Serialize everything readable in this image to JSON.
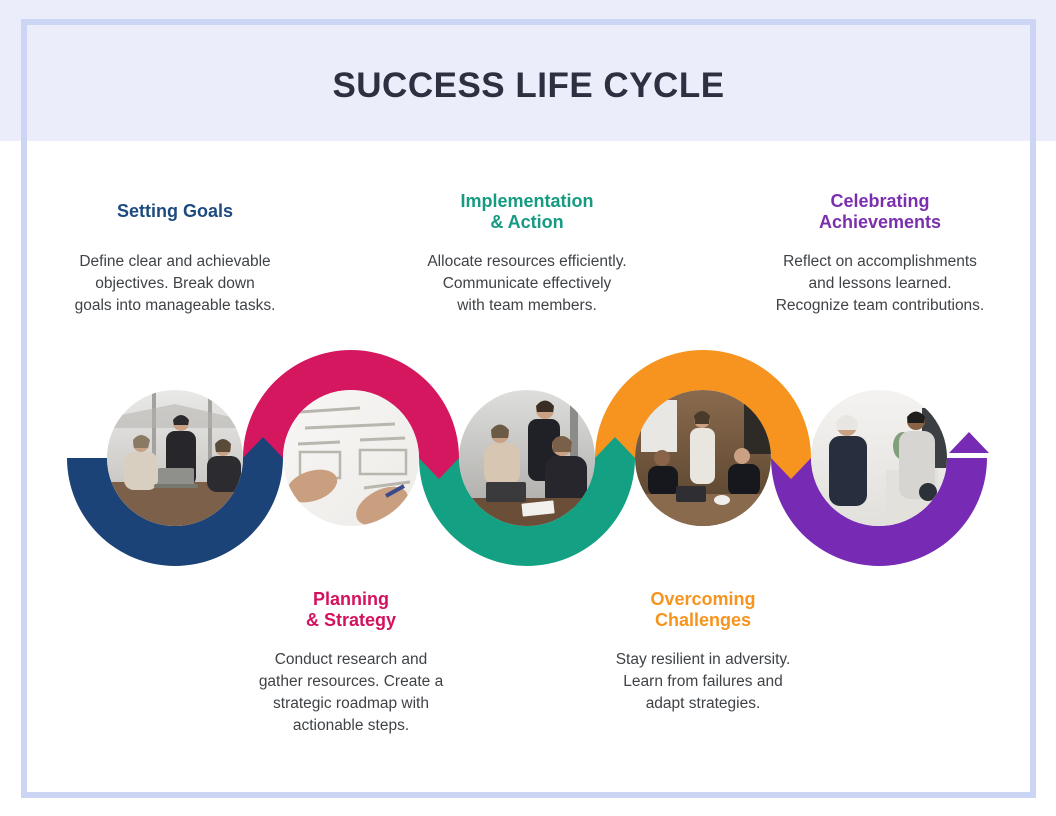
{
  "page": {
    "title": "SUCCESS LIFE CYCLE"
  },
  "theme": {
    "page_bg": "#ffffff",
    "band_bg": "#ebeefa",
    "card_border": "#ccd6f4",
    "title_color": "#2c3040",
    "body_text": "#3f4246"
  },
  "stages": [
    {
      "name": "setting-goals",
      "label": "Setting Goals",
      "description": "Define clear and achievable\nobjectives. Break down\ngoals into manageable tasks.",
      "heading_color": "#1d4b80",
      "arc_color": "#1c4377",
      "row": "top",
      "photo": "team-at-laptop-by-window"
    },
    {
      "name": "planning-strategy",
      "label": "Planning\n& Strategy",
      "description": "Conduct research and\ngather resources. Create a\nstrategic roadmap with\nactionable steps.",
      "heading_color": "#d4115e",
      "arc_color": "#d4175f",
      "row": "bottom",
      "photo": "hands-writing-on-whiteboard"
    },
    {
      "name": "implementation-action",
      "label": "Implementation\n& Action",
      "description": "Allocate resources efficiently.\nCommunicate effectively\nwith team members.",
      "heading_color": "#169a82",
      "arc_color": "#14a083",
      "row": "top",
      "photo": "team-working-around-desk"
    },
    {
      "name": "overcoming-challenges",
      "label": "Overcoming\nChallenges",
      "description": "Stay resilient in adversity.\nLearn from failures and\nadapt strategies.",
      "heading_color": "#f7941e",
      "arc_color": "#f79420",
      "row": "bottom",
      "photo": "boardroom-meeting"
    },
    {
      "name": "celebrating-achievements",
      "label": "Celebrating\nAchievements",
      "description": "Reflect on accomplishments\nand lessons learned.\nRecognize team contributions.",
      "heading_color": "#7b2fae",
      "arc_color": "#772bb4",
      "row": "top",
      "photo": "colleagues-celebrating-standing"
    }
  ]
}
